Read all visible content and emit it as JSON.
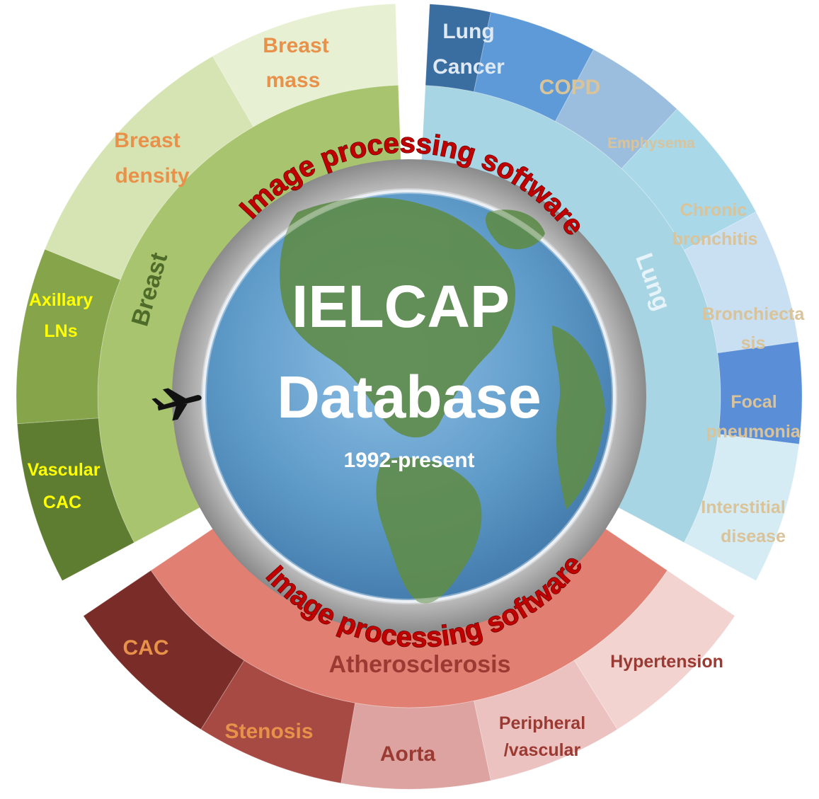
{
  "center": {
    "title_line1": "IELCAP",
    "title_line2": "Database",
    "subtitle": "1992-present",
    "ring_text_top": "Image processing software",
    "ring_text_bottom": "Image processing software"
  },
  "categories": {
    "breast": "Breast",
    "lung": "Lung",
    "atherosclerosis": "Atherosclerosis"
  },
  "breast_items": {
    "breast_mass": [
      "Breast",
      "mass"
    ],
    "breast_density": [
      "Breast",
      "density"
    ],
    "axillary": [
      "Axillary",
      "LNs"
    ],
    "vascular": [
      "Vascular",
      "CAC"
    ]
  },
  "lung_items": {
    "lung_cancer": [
      "Lung",
      "Cancer"
    ],
    "copd": [
      "COPD"
    ],
    "emphysema": [
      "Emphysema"
    ],
    "chronic_bronchitis": [
      "Chronic",
      "bronchitis"
    ],
    "bronchiectasis": [
      "Bronchiecta",
      "sis"
    ],
    "focal_pneumonia": [
      "Focal",
      "pneumonia"
    ],
    "interstitial": [
      "Interstitial",
      "disease"
    ]
  },
  "athero_items": {
    "cac": [
      "CAC"
    ],
    "stenosis": [
      "Stenosis"
    ],
    "aorta": [
      "Aorta"
    ],
    "peripheral": [
      "Peripheral",
      "/vascular"
    ],
    "hypertension": [
      "Hypertension"
    ]
  },
  "colors": {
    "breast_inner": "#a9c46e",
    "lung_inner": "#a7d5e3",
    "athero_inner": "#e07f72",
    "globe_ocean": "#5e9ac8",
    "globe_land": "#5f8c4c",
    "arc_text": "#c00000"
  },
  "icons": {
    "airplane": "airplane-icon"
  }
}
